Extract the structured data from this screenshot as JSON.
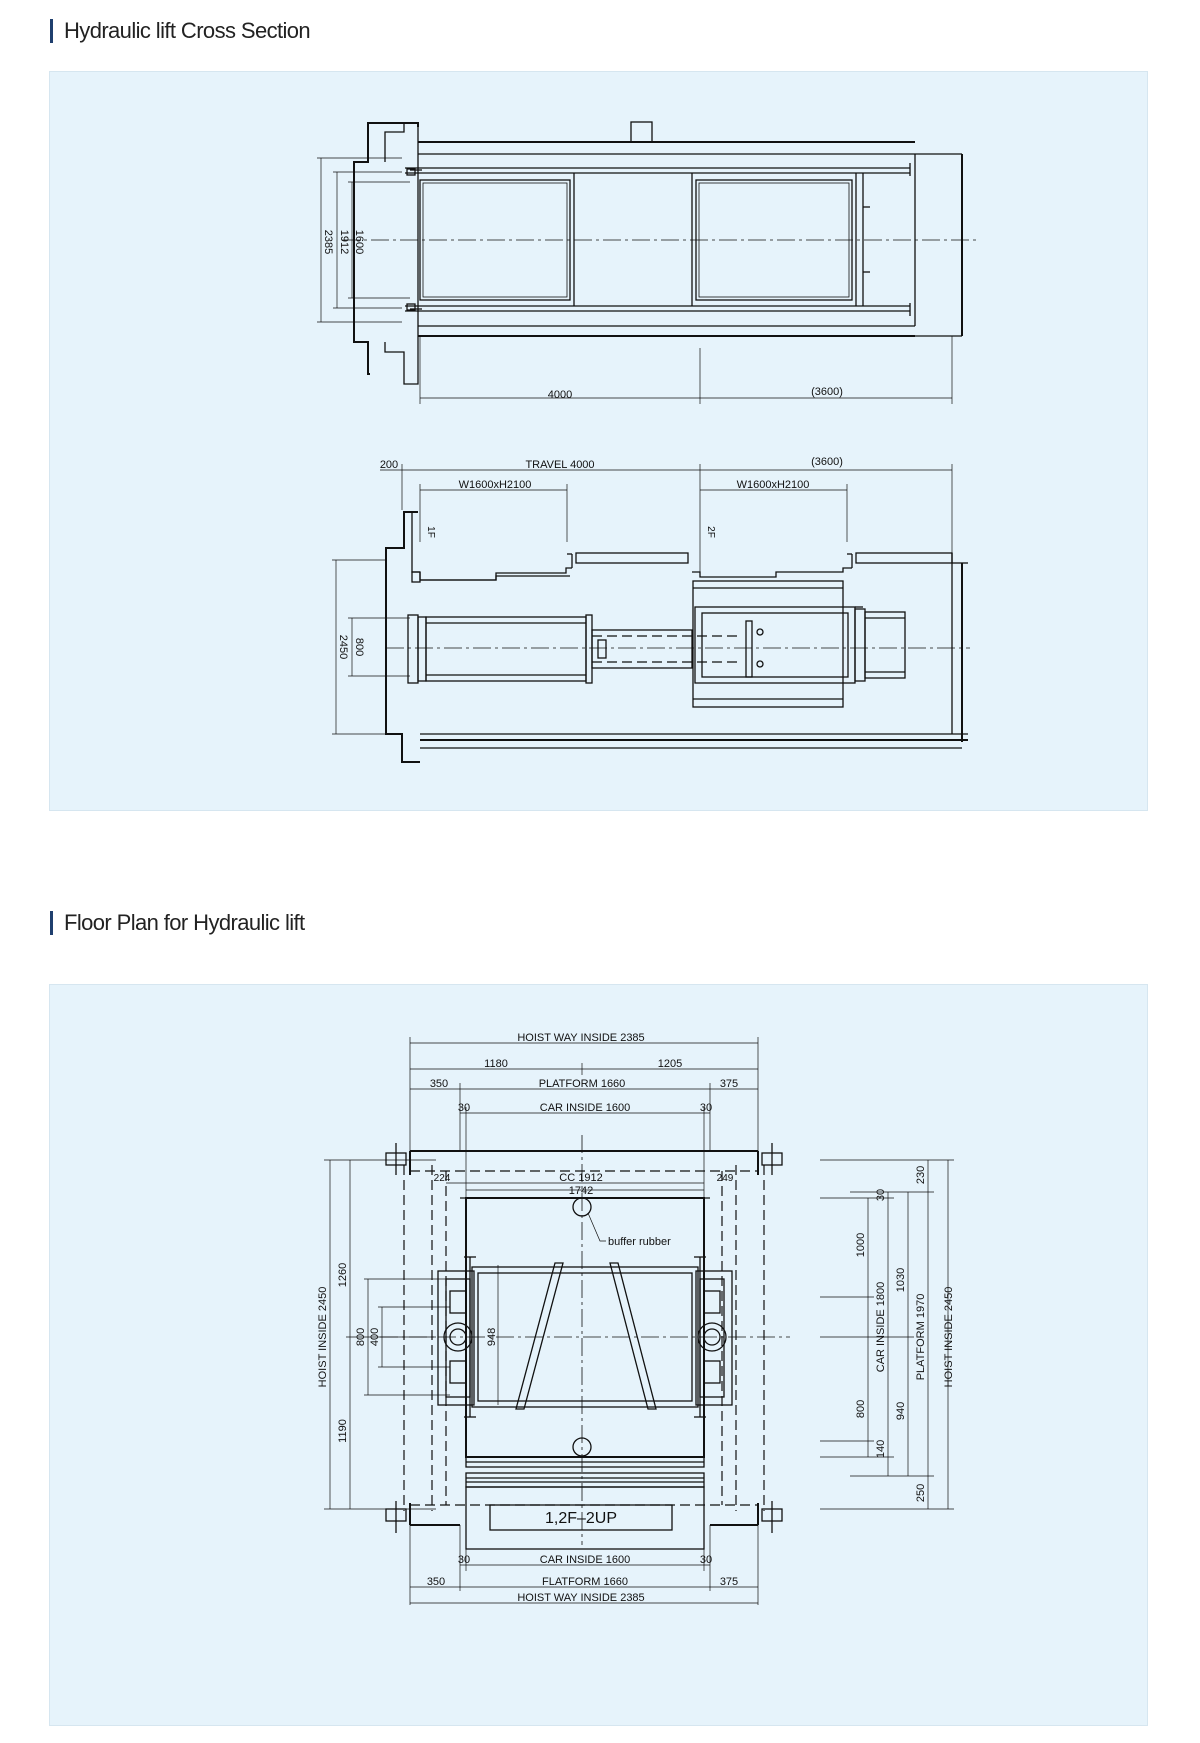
{
  "sections": {
    "cross_section": {
      "title": "Hydraulic lift Cross Section",
      "labels": {
        "top_w": "2385",
        "top_cw": "1912",
        "top_ci": "1600",
        "len_a": "4000",
        "len_b": "(3600)",
        "pit": "200",
        "travel": "TRAVEL  4000",
        "len_c": "(3600)",
        "door1": "W1600xH2100",
        "door2": "W1600xH2100",
        "floor1": "1F",
        "floor2": "2F",
        "side_h": "2450",
        "side_p": "800"
      }
    },
    "floor_plan": {
      "title": "Floor Plan for Hydraulic lift",
      "labels": {
        "hoist_top": "HOIST  WAY  INSIDE    2385",
        "d1180": "1180",
        "d1205": "1205",
        "d350_top": "350",
        "platform_top": "PLATFORM  1660",
        "d375_top": "375",
        "d30_tl": "30",
        "car_top": "CAR  INSIDE  1600",
        "d30_tr": "30",
        "d224": "224",
        "cc": "CC  1912",
        "d249": "249",
        "d1742": "1742",
        "buffer": "buffer rubber",
        "hoist_left": "HOIST  INSIDE  2450",
        "d1260": "1260",
        "d1190": "1190",
        "d800_l": "800",
        "d400_l": "400",
        "d948": "948",
        "d230": "230",
        "d30_r": "30",
        "d1000": "1000",
        "car_right": "CAR  INSIDE  1800",
        "d1030": "1030",
        "platform_right": "PLATFORM  1970",
        "hoist_right": "HOIST  INSIDE  2450",
        "d800_r": "800",
        "d940": "940",
        "d140": "140",
        "d250": "250",
        "floor_label": "1,2F–2UP",
        "d30_bl": "30",
        "car_bottom": "CAR  INSIDE  1600",
        "d30_br": "30",
        "d350_bot": "350",
        "platform_bot": "FLATFORM  1660",
        "d375_bot": "375",
        "hoist_bot": "HOIST  WAY  INSIDE    2385"
      }
    }
  }
}
